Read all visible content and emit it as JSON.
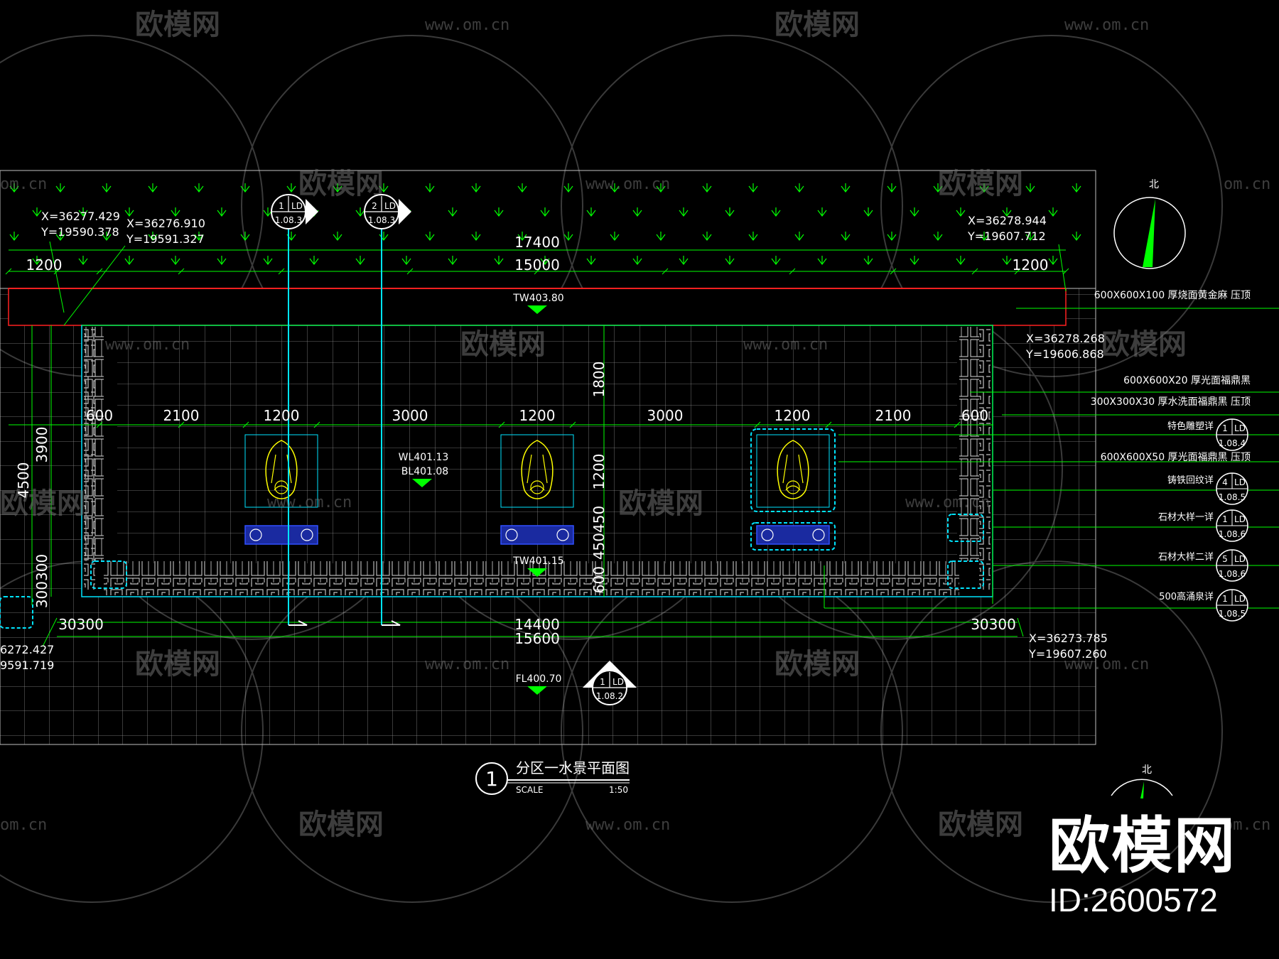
{
  "brand": {
    "name": "欧模网",
    "id": "ID:2600572"
  },
  "watermark": {
    "logo_text": "欧模网",
    "url": "www.om.cn",
    "url_short": "om.cn"
  },
  "north_label": "北",
  "title": {
    "number": "1",
    "text": "分区一水景平面图",
    "scale_label": "SCALE",
    "scale": "1:50"
  },
  "coordinates": {
    "c1": [
      "X=36277.429",
      "Y=19590.378"
    ],
    "c2": [
      "X=36276.910",
      "Y=19591.327"
    ],
    "c3": [
      "X=36278.944",
      "Y=19607.712"
    ],
    "c4": [
      "X=36278.268",
      "Y=19606.868"
    ],
    "c5": [
      "X=36273.785",
      "Y=19607.260"
    ],
    "c6": [
      "6272.427",
      "9591.719"
    ]
  },
  "dimensions": {
    "top_total": "17400",
    "top_mid": "15000",
    "top_side": "1200",
    "row": [
      "600",
      "2100",
      "1200",
      "3000",
      "1200",
      "3000",
      "1200",
      "2100",
      "600"
    ],
    "left_outer": "4500",
    "left_inner": "3900",
    "left_lower": "300300",
    "vert_upper": "1800",
    "vert_mid": "1200",
    "vert_lower": "450450",
    "vert_bottom": "600",
    "bottom_inner": "14400",
    "bottom_total": "15600",
    "bottom_side": "30300"
  },
  "levels": {
    "tw_top": "TW403.80",
    "wl": "WL401.13",
    "bl": "BL401.08",
    "tw_low": "TW401.15",
    "fl": "FL400.70"
  },
  "section_markers": [
    {
      "num": "1",
      "code": "LD",
      "sheet": "1.08.3"
    },
    {
      "num": "2",
      "code": "LD",
      "sheet": "1.08.3"
    },
    {
      "num": "1",
      "code": "LD",
      "sheet": "1.08.2"
    }
  ],
  "annotations": [
    {
      "text": "600X600X100 厚烧面黄金麻 压顶"
    },
    {
      "text": "600X600X20 厚光面福鼎黑"
    },
    {
      "text": "300X300X30 厚水洗面福鼎黑 压顶"
    },
    {
      "text": "特色雕塑详",
      "num": "1",
      "code": "LD",
      "sheet": "1.08.4"
    },
    {
      "text": "600X600X50 厚光面福鼎黑 压顶"
    },
    {
      "text": "铸铁回纹详",
      "num": "4",
      "code": "LD",
      "sheet": "1.08.5"
    },
    {
      "text": "石材大样一详",
      "num": "1",
      "code": "LD",
      "sheet": "1.08.6"
    },
    {
      "text": "石材大样二详",
      "num": "5",
      "code": "LD",
      "sheet": "1.08.6"
    },
    {
      "text": "500高涌泉详",
      "num": "1",
      "code": "LD",
      "sheet": "1.08.5"
    }
  ],
  "colors": {
    "background": "#000000",
    "grid": "#bfbfbf",
    "green": "#00ff00",
    "cyan": "#00e5ff",
    "red": "#ff2020",
    "yellow": "#ffff00",
    "blue": "#3050ff",
    "white": "#ffffff"
  }
}
